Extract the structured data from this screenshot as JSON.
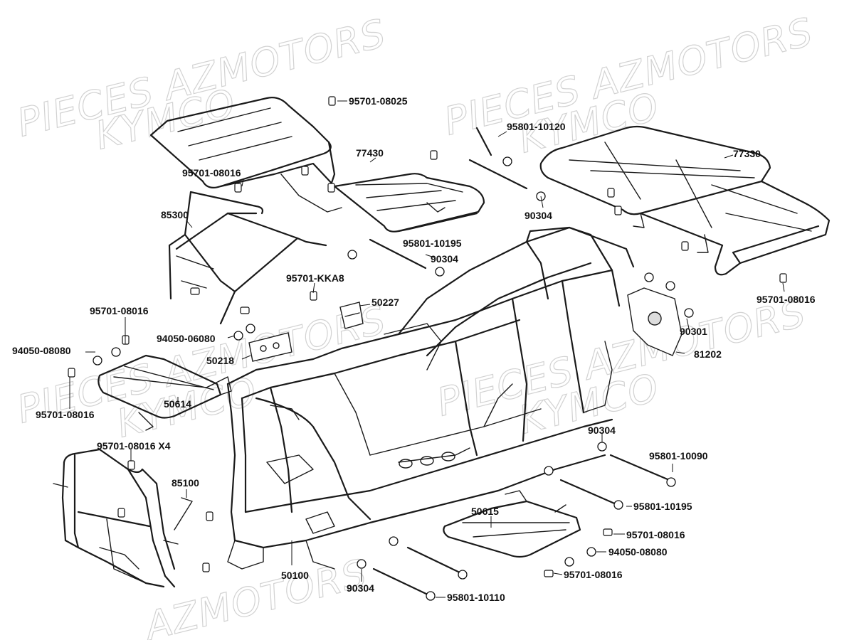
{
  "watermarks": [
    "PIECES AZMOTORS",
    "KYMCO",
    "PIECES AZMOTORS",
    "KYMCO",
    "PIECES AZMOTORS",
    "KYMCO",
    "PIECES AZMOTORS",
    "KYMCO",
    "AZMOTORS"
  ],
  "labels": [
    "95701-08025",
    "95801-10120",
    "77430",
    "77330",
    "95701-08016",
    "90304",
    "85300",
    "95801-10195",
    "90304",
    "95701-KKA8",
    "50227",
    "95701-08016",
    "95701-08016",
    "94050-06080",
    "90301",
    "94050-08080",
    "50218",
    "81202",
    "50614",
    "95701-08016",
    "90304",
    "95701-08016 X4",
    "95801-10090",
    "85100",
    "95801-10195",
    "50615",
    "95701-08016",
    "94050-08080",
    "50100",
    "95701-08016",
    "90304",
    "95801-10110"
  ],
  "colors": {
    "line": "#1a1a1a",
    "watermark": "#d2d2d2",
    "background": "#ffffff"
  }
}
